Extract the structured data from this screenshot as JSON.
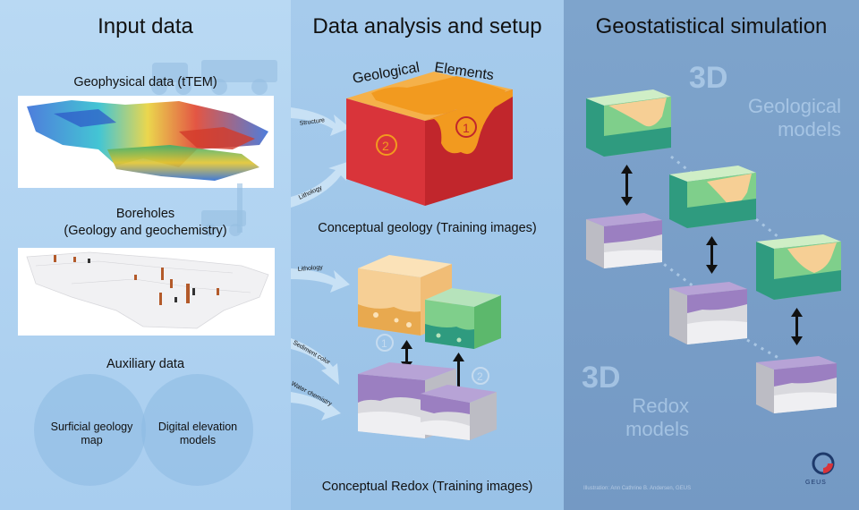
{
  "panels": {
    "input": {
      "title": "Input data"
    },
    "analysis": {
      "title": "Data analysis and setup"
    },
    "simulation": {
      "title": "Geostatistical simulation"
    }
  },
  "input": {
    "geophysical_label": "Geophysical data (tTEM)",
    "boreholes_label_1": "Boreholes",
    "boreholes_label_2": "(Geology and geochemistry)",
    "auxiliary_label": "Auxiliary data",
    "aux_left_1": "Surficial geology",
    "aux_left_2": "map",
    "aux_right_1": "Digital elevation",
    "aux_right_2": "models"
  },
  "arrows": {
    "structure": "Structure",
    "lithology_1": "Lithology",
    "lithology_2": "Lithology",
    "sediment_color": "Sediment color",
    "water_chemistry": "Water chemistry"
  },
  "analysis": {
    "geo_word_1": "Geological",
    "geo_word_2": "Elements",
    "element_1": "1",
    "element_2": "2",
    "conceptual_geology": "Conceptual geology (Training images)",
    "conceptual_redox": "Conceptual Redox (Training images)",
    "redox_1": "1",
    "redox_2": "2"
  },
  "simulation": {
    "geo_3d": "3D",
    "geo_word_1": "Geological",
    "geo_word_2": "models",
    "redox_3d": "3D",
    "redox_word_1": "Redox",
    "redox_word_2": "models",
    "credit": "Illustration: Ann Cathrine B. Andersen, GEUS",
    "logo_text": "GEUS"
  },
  "colors": {
    "geology_red": "#d9343a",
    "geology_orange": "#f29a1f",
    "sand": "#f6cf95",
    "green": "#7fcf8b",
    "teal": "#2f9b7f",
    "purple": "#9b7fc1",
    "grey": "#c9c9cf"
  }
}
